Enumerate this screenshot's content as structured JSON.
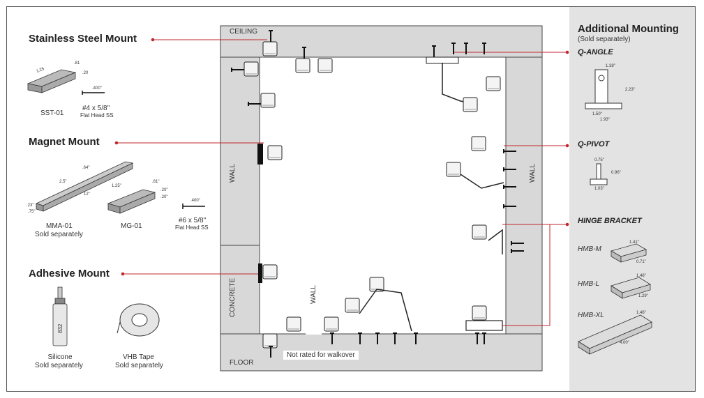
{
  "left": {
    "stainless_title": "Stainless Steel Mount",
    "sst_part": "SST-01",
    "sst_screw": "#4 x 5/8\"",
    "sst_screw_sub": "Flat Head SS",
    "sst_dims": [
      ".81",
      ".20",
      "1.25",
      ".400\""
    ],
    "magnet_title": "Magnet Mount",
    "mma_part": "MMA-01",
    "mma_sub": "Sold separately",
    "mg_part": "MG-01",
    "mg_screw": "#6 x 5/8\"",
    "mg_screw_sub": "Flat Head SS",
    "magnet_dims": [
      ".64\"",
      "2.5\"",
      "12\"",
      ".23\"",
      ".75\"",
      "1.25\"",
      ".81\"",
      ".20\"",
      ".20\"",
      ".400\""
    ],
    "adhesive_title": "Adhesive Mount",
    "silicone_label": "832",
    "silicone": "Silicone",
    "silicone_sub": "Sold separately",
    "vhb": "VHB Tape",
    "vhb_sub": "Sold separately"
  },
  "room": {
    "ceiling": "CEILING",
    "floor": "FLOOR",
    "wall_left": "WALL",
    "wall_right": "WALL",
    "wall_center": "WALL",
    "concrete": "CONCRETE",
    "walkover_note": "Not rated for walkover"
  },
  "right": {
    "title": "Additional Mounting",
    "subtitle": "(Sold separately)",
    "q_angle": "Q-ANGLE",
    "q_angle_dims": [
      "1.38\"",
      "2.23\"",
      "1.50\"",
      "1.93\""
    ],
    "q_pivot": "Q-PIVOT",
    "q_pivot_dims": [
      "0.75\"",
      "0.96\"",
      "1.03\""
    ],
    "hinge_bracket": "HINGE BRACKET",
    "hmb_m": "HMB-M",
    "hmb_m_dims": [
      "1.41\"",
      "0.71\""
    ],
    "hmb_l": "HMB-L",
    "hmb_l_dims": [
      "1.46\"",
      "1.29\""
    ],
    "hmb_xl": "HMB-XL",
    "hmb_xl_dims": [
      "1.46\"",
      "4.00\""
    ]
  },
  "colors": {
    "leader": "#c0272d",
    "wall_fill": "#d8d8d8",
    "panel_bg": "#e3e3e3"
  }
}
